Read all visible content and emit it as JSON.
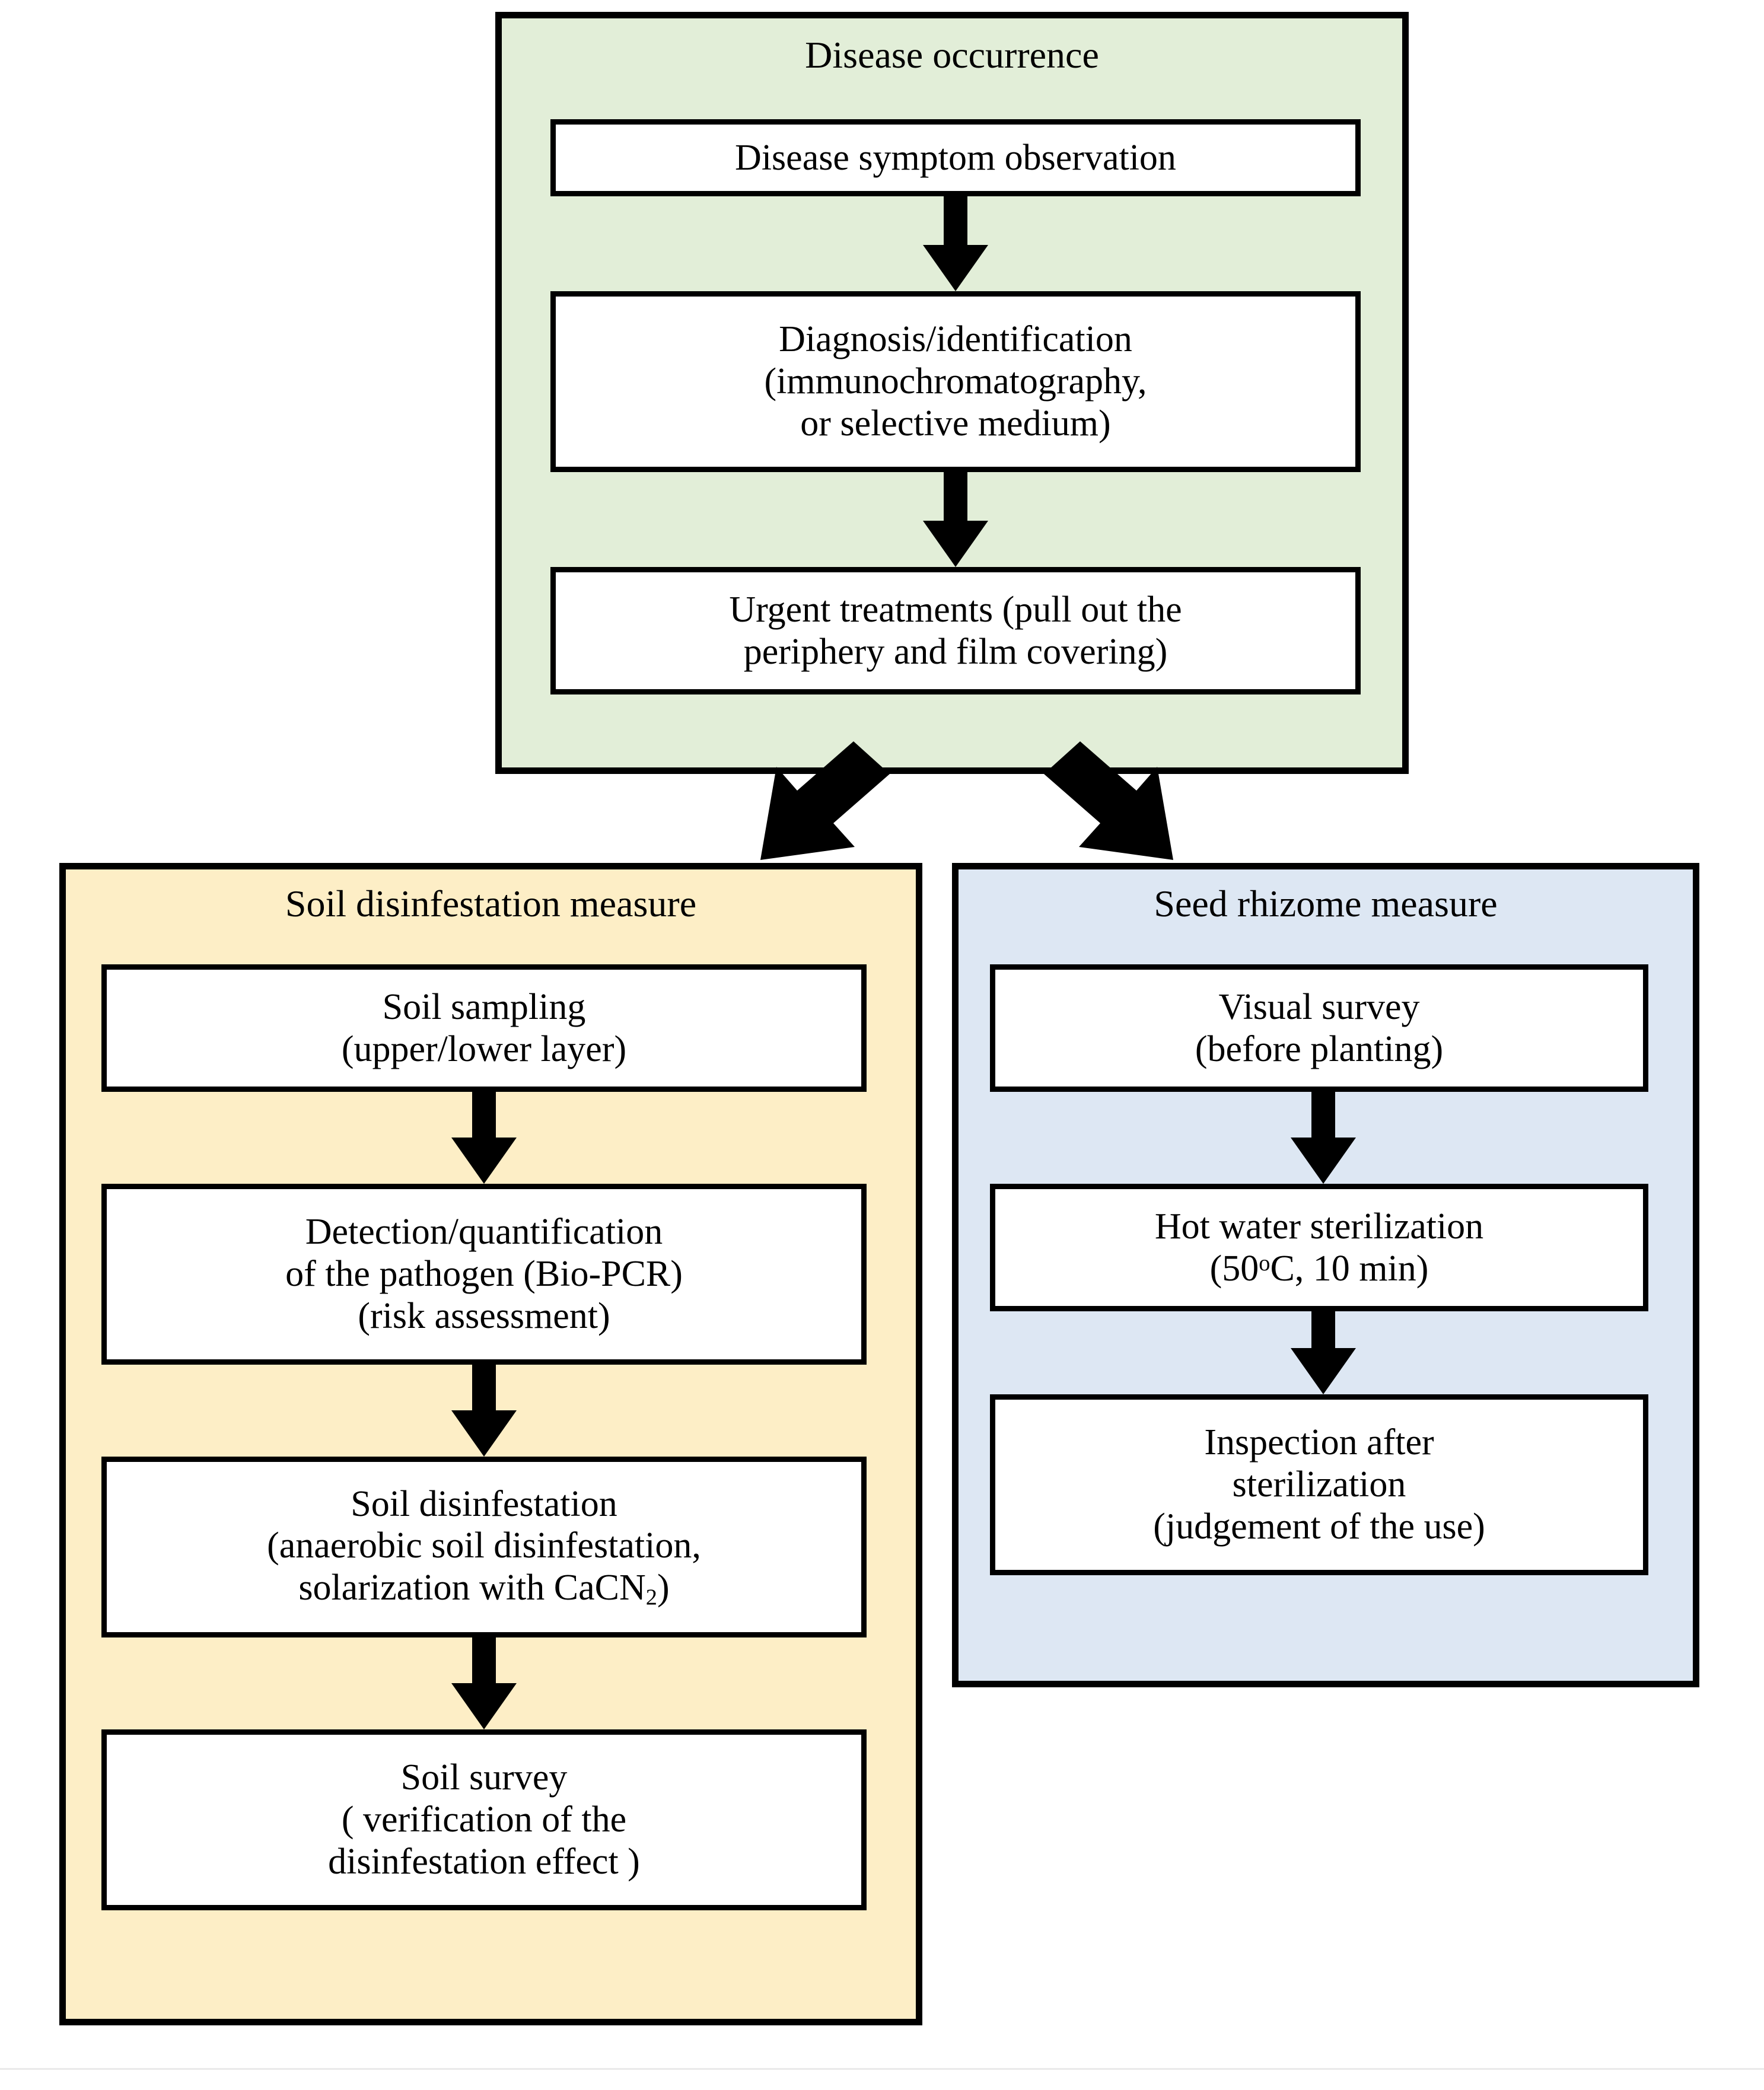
{
  "diagram": {
    "type": "flowchart",
    "panels": [
      {
        "id": "disease-occurrence",
        "title": "Disease occurrence",
        "color": "#e2eed8",
        "steps": [
          {
            "lines": [
              "Disease symptom observation"
            ]
          },
          {
            "lines": [
              "Diagnosis/identification",
              "(immunochromatography,",
              "or selective medium)"
            ]
          },
          {
            "lines": [
              "Urgent treatments (pull out the",
              "periphery  and film covering)"
            ]
          }
        ]
      },
      {
        "id": "soil-disinfestation-measure",
        "title": "Soil disinfestation measure",
        "color": "#fdeec6",
        "steps": [
          {
            "lines": [
              "Soil sampling",
              "(upper/lower layer)"
            ]
          },
          {
            "lines": [
              "Detection/quantification",
              "of the pathogen (Bio-PCR)",
              "(risk assessment)"
            ]
          },
          {
            "lines": [
              "Soil disinfestation",
              "(anaerobic soil disinfestation,",
              "solarization with CaCN2)"
            ]
          },
          {
            "lines": [
              "Soil survey",
              "( verification of the",
              "disinfestation effect )"
            ]
          }
        ]
      },
      {
        "id": "seed-rhizome-measure",
        "title": "Seed rhizome measure",
        "color": "#dde7f3",
        "steps": [
          {
            "lines": [
              "Visual survey",
              "(before planting)"
            ]
          },
          {
            "lines": [
              "Hot water sterilization",
              "(50C, 10 min)"
            ]
          },
          {
            "lines": [
              "Inspection after",
              "sterilization",
              "(judgement of the use)"
            ]
          }
        ]
      }
    ],
    "text": {
      "title_disease": "Disease occurrence",
      "title_soil": "Soil disinfestation measure",
      "title_seed": "Seed rhizome measure",
      "g1_l1": "Disease symptom observation",
      "g2_l1": "Diagnosis/identification",
      "g2_l2": "(immunochromatography,",
      "g2_l3": "or selective medium)",
      "g3_l1": "Urgent treatments (pull out the",
      "g3_l2": "periphery  and film covering)",
      "c1_l1": "Soil sampling",
      "c1_l2": "(upper/lower layer)",
      "c2_l1": "Detection/quantification",
      "c2_l2": "of the pathogen (Bio-PCR)",
      "c2_l3": "(risk assessment)",
      "c3_l1": "Soil disinfestation",
      "c3_l2": "(anaerobic soil disinfestation,",
      "c3_l3a": "solarization with CaCN",
      "c3_l3sub": "2",
      "c3_l3b": ")",
      "c4_l1": "Soil survey",
      "c4_l2": "( verification of the",
      "c4_l3": "disinfestation effect )",
      "b1_l1": "Visual survey",
      "b1_l2": "(before planting)",
      "b2_l1": "Hot water sterilization",
      "b2_l2a": "(50",
      "b2_l2deg": "o",
      "b2_l2b": "C, 10 min)",
      "b3_l1": "Inspection after",
      "b3_l2": "sterilization",
      "b3_l3": "(judgement of the use)"
    },
    "colors": {
      "panel_green": "#e2eed8",
      "panel_cream": "#fdeec6",
      "panel_blue": "#dde7f3",
      "box_fill": "#ffffff",
      "stroke": "#000000"
    }
  }
}
